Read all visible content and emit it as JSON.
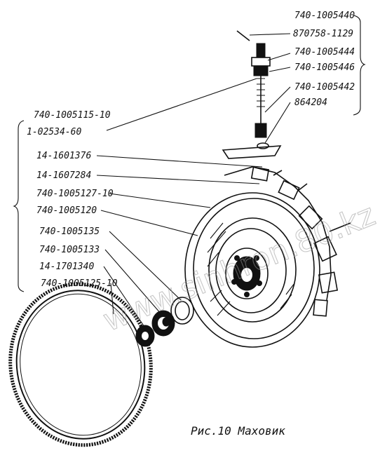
{
  "figure": {
    "caption": "Рис.10 Маховик",
    "watermark": "www.sinhron.80.kz"
  },
  "labels": {
    "right_group": [
      "740-1005440",
      "870758-1129",
      "740-1005444",
      "740-1005446",
      "740-1005442",
      "864204"
    ],
    "left_group": [
      "740-1005115-10",
      "1-02534-60",
      "14-1601376",
      "14-1607284",
      "740-1005127-10",
      "740-1005120",
      "740-1005135",
      "740-1005133",
      "14-1701340",
      "740-1005125-10"
    ]
  }
}
